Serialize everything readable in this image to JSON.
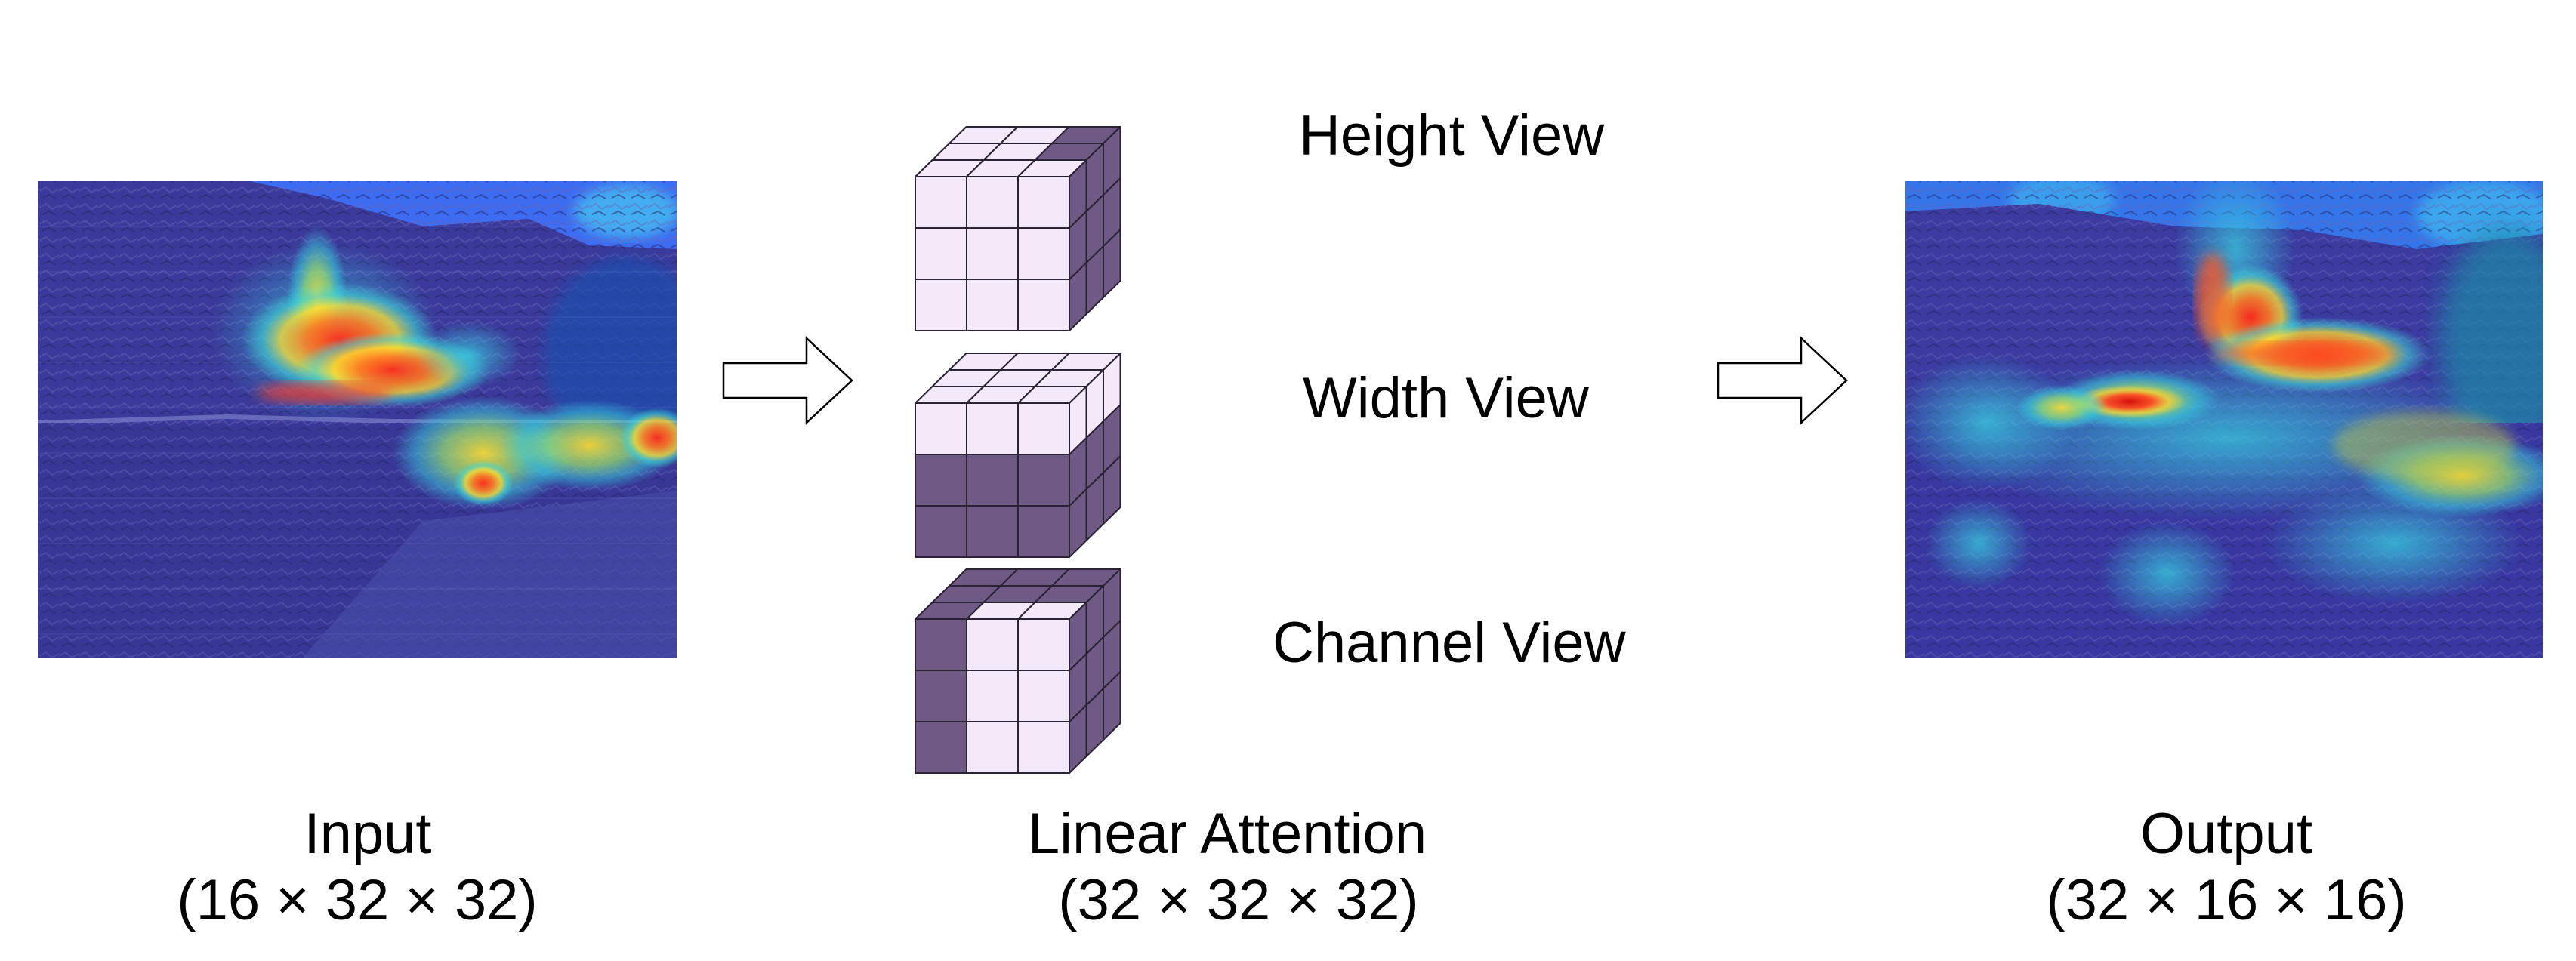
{
  "input": {
    "label": "Input",
    "dims": "(16 × 32 × 32)"
  },
  "attention": {
    "label": "Linear Attention",
    "dims": "(32 × 32 × 32)",
    "views": [
      "Height View",
      "Width View",
      "Channel View"
    ]
  },
  "output": {
    "label": "Output",
    "dims": "(32 × 16 × 16)"
  },
  "colors": {
    "cube_light": "#f3e9f9",
    "cube_dark": "#6f5a85",
    "grid_line": "#2b2235",
    "heatmap_base": "#3c3fbf",
    "hot": "#ff3020",
    "warm": "#ffe030",
    "cool": "#38d0e0"
  },
  "icons": [
    "arrow-right-icon"
  ]
}
